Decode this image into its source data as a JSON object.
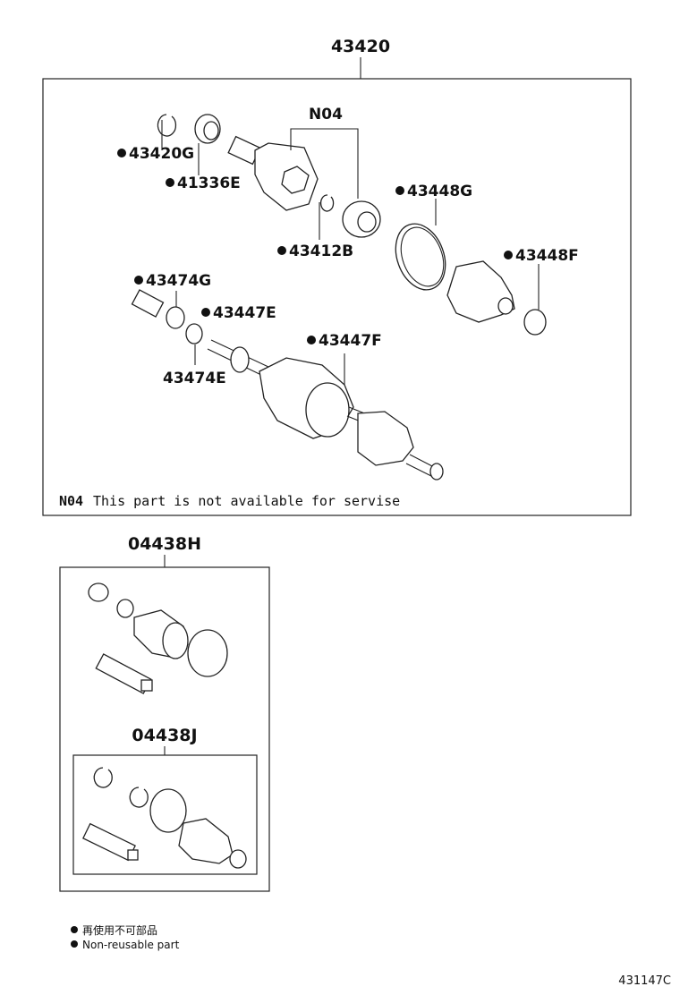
{
  "assembly": {
    "title": "43420",
    "labels": {
      "p43420G": "43420G",
      "p41336E": "41336E",
      "n04": "N04",
      "p43412B": "43412B",
      "p43448G": "43448G",
      "p43448F": "43448F",
      "p43474G": "43474G",
      "p43447E": "43447E",
      "p43474E": "43474E",
      "p43447F": "43447F"
    },
    "note_code": "N04",
    "note_text": "This part is not available for servise"
  },
  "kit_h": {
    "title": "04438H"
  },
  "kit_j": {
    "title": "04438J"
  },
  "legend": {
    "line1": "再使用不可部品",
    "line2": "Non-reusable part"
  },
  "figure_ref": "431147C"
}
